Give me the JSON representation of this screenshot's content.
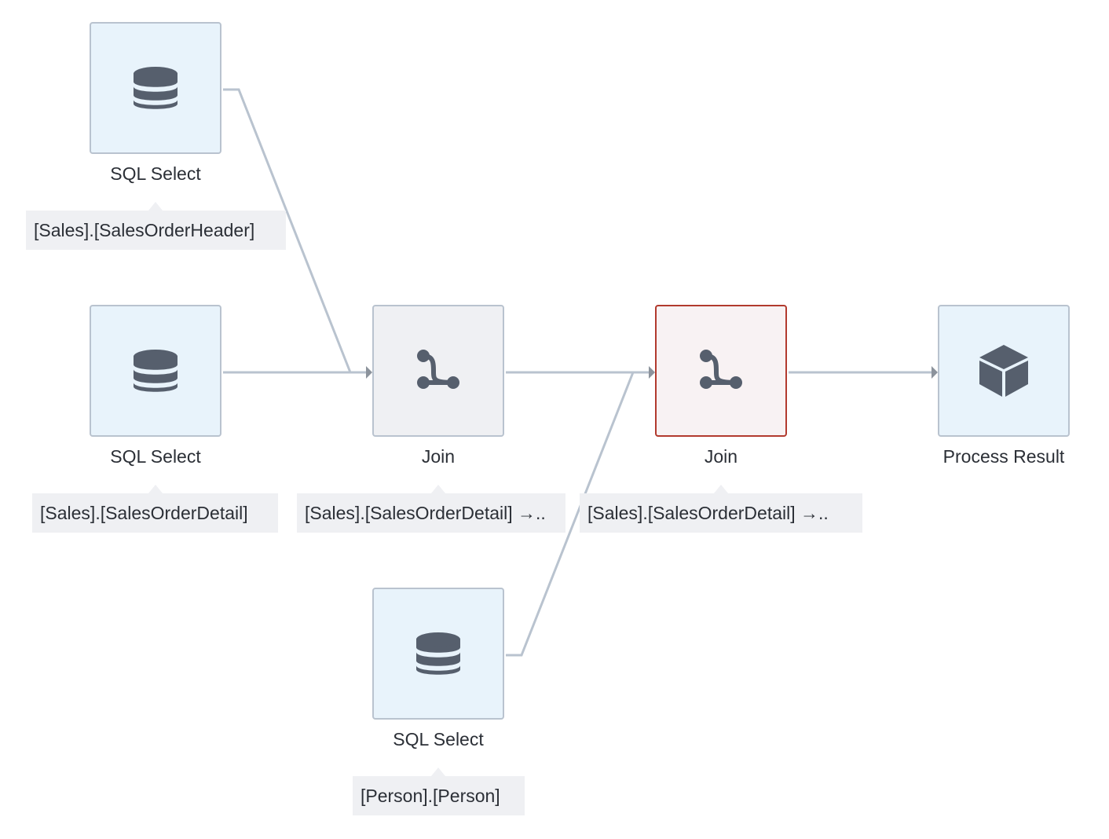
{
  "colors": {
    "source_fill": "#e8f3fb",
    "join_fill": "#eff0f3",
    "selected_fill": "#f8f2f3",
    "selected_border": "#b23a2e",
    "node_border": "#b9c3cf",
    "icon": "#565f6d",
    "wire": "#b9c3cf",
    "arrow": "#8c939c",
    "tip_bg": "#eff0f3"
  },
  "nodes": {
    "sql1": {
      "title": "SQL Select",
      "detail": "[Sales].[SalesOrderHeader]",
      "icon": "database-icon"
    },
    "sql2": {
      "title": "SQL Select",
      "detail": "[Sales].[SalesOrderDetail]",
      "icon": "database-icon"
    },
    "join1": {
      "title": "Join",
      "detail": "[Sales].[SalesOrderDetail] →..",
      "icon": "join-icon"
    },
    "join2": {
      "title": "Join",
      "detail": "[Sales].[SalesOrderDetail] →..",
      "icon": "join-icon"
    },
    "result": {
      "title": "Process Result",
      "icon": "cube-icon"
    },
    "sql3": {
      "title": "SQL Select",
      "detail": "[Person].[Person]",
      "icon": "database-icon"
    }
  }
}
